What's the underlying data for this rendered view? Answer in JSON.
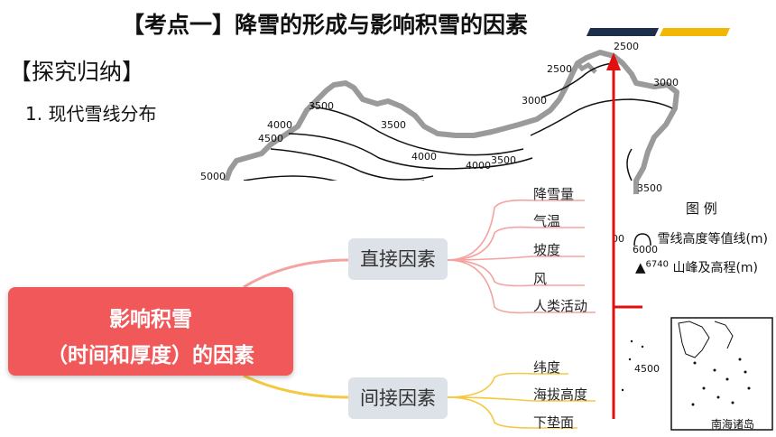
{
  "header": {
    "title": "【考点一】降雪的形成与影响积雪的因素"
  },
  "section": {
    "heading": "【探究归纳】",
    "subheading": "1. 现代雪线分布"
  },
  "map": {
    "contour_labels": [
      "3500",
      "3500",
      "4000",
      "4500",
      "4000",
      "4000",
      "3500",
      "2500",
      "2500",
      "3000",
      "3000",
      "3500",
      "5000",
      "4500"
    ],
    "legend": {
      "title": "图 例",
      "contour_value": "6000",
      "contour_desc": "雪线高度等值线(m)",
      "peak_value": "6740",
      "peak_desc": "山峰及高程(m)"
    },
    "inset_label": "南海诸岛",
    "partial_label": "00"
  },
  "mindmap": {
    "root": {
      "line1": "影响积雪",
      "line2": "（时间和厚度）的因素"
    },
    "direct": {
      "label": "直接因素",
      "items": [
        "降雪量",
        "气温",
        "坡度",
        "风",
        "人类活动"
      ]
    },
    "indirect": {
      "label": "间接因素",
      "items": [
        "纬度",
        "海拔高度",
        "下垫面"
      ]
    }
  },
  "colors": {
    "root": "#f0585a",
    "direct_line": "#f4a3a0",
    "indirect_line": "#f5c842",
    "arrow": "#e01010",
    "bar_navy": "#1f2d4d",
    "bar_gold": "#f2b705"
  }
}
